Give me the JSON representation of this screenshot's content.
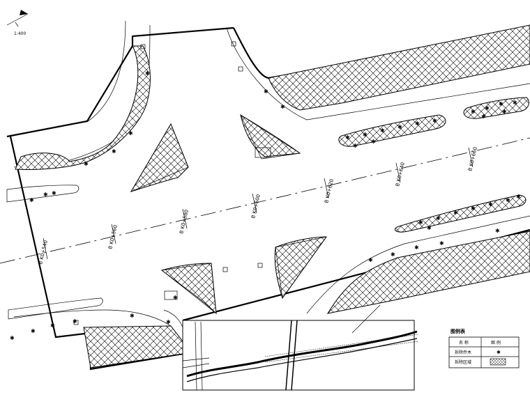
{
  "drawing": {
    "scale_label": "1:400",
    "chainage_labels": [
      "B K0+540",
      "B K0+560",
      "B K0+580",
      "B K0+600",
      "B K0+620",
      "B K0+640",
      "B K0+660"
    ]
  },
  "legend": {
    "title": "图例表",
    "header_name": "名  称",
    "header_symbol": "图  例",
    "rows": [
      {
        "name": "拆除乔木",
        "symbol": "tree-symbol-icon"
      },
      {
        "name": "拆除区域",
        "symbol": "hatch-swatch-icon"
      }
    ]
  },
  "colors": {
    "line": "#000000",
    "background": "#ffffff"
  }
}
